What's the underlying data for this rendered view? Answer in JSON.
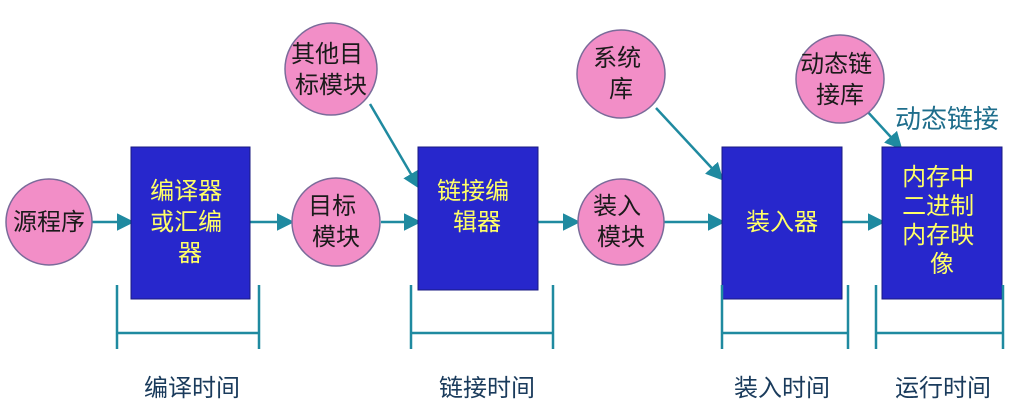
{
  "colors": {
    "circle_fill": "#f28ec7",
    "circle_stroke": "#7a6b9a",
    "box_fill": "#2727cc",
    "box_text": "#ffff66",
    "arrow": "#1f8aa0",
    "bracket": "#1f8aa0",
    "stage_label": "#1a3b5c"
  },
  "circles": {
    "source": {
      "lines": [
        "源程序"
      ]
    },
    "other_modules": {
      "lines": [
        "其他目",
        "标模块"
      ]
    },
    "object_module": {
      "lines": [
        "目标",
        "模块"
      ]
    },
    "system_lib": {
      "lines": [
        "系统",
        "库"
      ]
    },
    "load_module": {
      "lines": [
        "装入",
        "模块"
      ]
    },
    "dynamic_lib": {
      "lines": [
        "动态链",
        "接库"
      ]
    }
  },
  "boxes": {
    "compiler": {
      "lines": [
        "编译器",
        "或汇编",
        "器"
      ]
    },
    "linker": {
      "lines": [
        "链接编",
        "辑器"
      ]
    },
    "loader": {
      "lines": [
        "装入器"
      ]
    },
    "memory_image": {
      "lines": [
        "内存中",
        "二进制",
        "内存映",
        "像"
      ]
    }
  },
  "dynamic_link_label": "动态链接",
  "stages": {
    "compile_time": "编译时间",
    "link_time": "链接时间",
    "load_time": "装入时间",
    "run_time": "运行时间"
  }
}
